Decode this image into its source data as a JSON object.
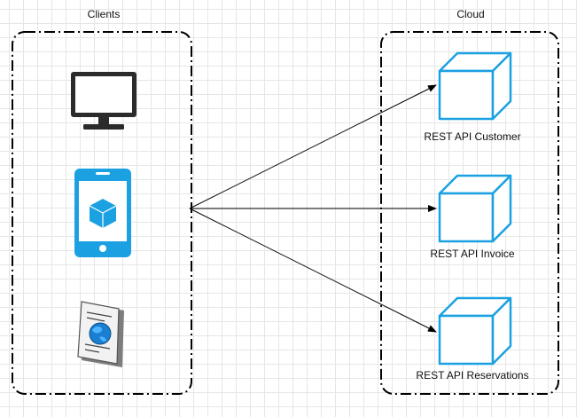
{
  "groups": {
    "clients": {
      "label": "Clients"
    },
    "cloud": {
      "label": "Cloud"
    }
  },
  "clients": [
    {
      "icon": "desktop-monitor-icon"
    },
    {
      "icon": "mobile-phone-app-icon"
    },
    {
      "icon": "web-document-globe-icon"
    }
  ],
  "services": [
    {
      "icon": "cube-icon",
      "label": "REST API Customer"
    },
    {
      "icon": "cube-icon",
      "label": "REST API Invoice"
    },
    {
      "icon": "cube-icon",
      "label": "REST API Reservations"
    }
  ],
  "colors": {
    "accent": "#1ba1e2",
    "container_border": "#000000",
    "edge": "#000000"
  }
}
